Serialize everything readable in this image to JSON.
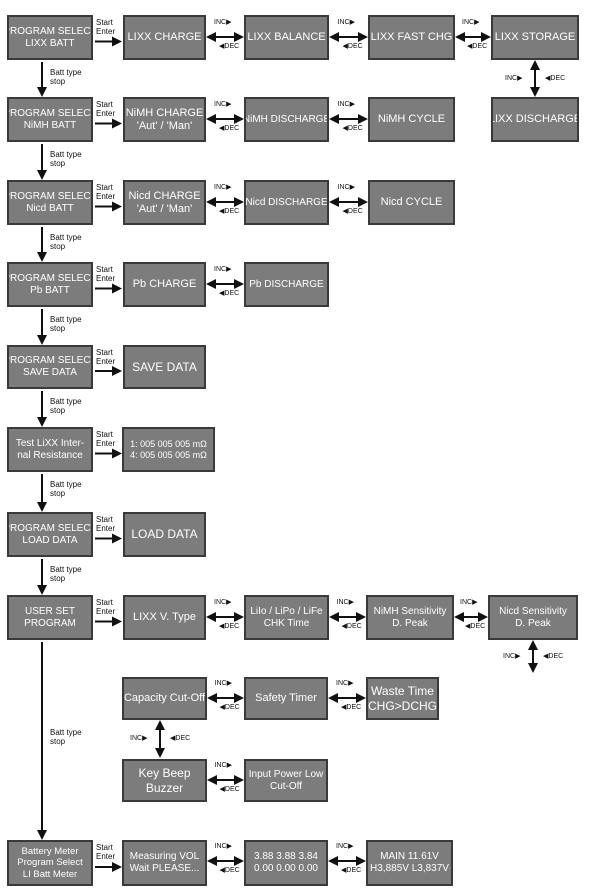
{
  "labels": {
    "start_enter": [
      "Start",
      "Enter"
    ],
    "batt_type_stop": [
      "Batt type",
      "stop"
    ],
    "inc": "INC",
    "dec": "DEC"
  },
  "rows": {
    "lixx": {
      "select": [
        "PROGRAM SELECT",
        "LIXX BATT"
      ],
      "modes": [
        [
          "LIXX CHARGE"
        ],
        [
          "LIXX BALANCE"
        ],
        [
          "LIXX FAST CHG"
        ],
        [
          "LIXX STORAGE"
        ]
      ],
      "extra": [
        "LIXX DISCHARGE"
      ]
    },
    "nimh": {
      "select": [
        "PROGRAM SELECT",
        "NiMH BATT"
      ],
      "modes": [
        [
          "NiMH CHARGE",
          "'Aut' / 'Man'"
        ],
        [
          "NiMH DISCHARGE"
        ],
        [
          "NiMH CYCLE"
        ]
      ]
    },
    "nicd": {
      "select": [
        "PROGRAM SELECT",
        "Nicd  BATT"
      ],
      "modes": [
        [
          "Nicd  CHARGE",
          "'Aut' / 'Man'"
        ],
        [
          "Nicd DISCHARGE"
        ],
        [
          "Nicd  CYCLE"
        ]
      ]
    },
    "pb": {
      "select": [
        "PROGRAM SELECT",
        "Pb  BATT"
      ],
      "modes": [
        [
          "Pb  CHARGE"
        ],
        [
          "Pb DISCHARGE"
        ]
      ]
    },
    "save": {
      "select": [
        "PROGRAM SELECT",
        "SAVE  DATA"
      ],
      "modes": [
        [
          "SAVE DATA"
        ]
      ]
    },
    "resistance": {
      "select": [
        "Test  LiXX Inter-",
        "nal Resistance"
      ],
      "modes": [
        [
          "1: 005  005  005 mΩ",
          "4: 005  005  005 mΩ"
        ]
      ]
    },
    "load": {
      "select": [
        "PROGRAM SELECT",
        "LOAD  DATA"
      ],
      "modes": [
        [
          "LOAD DATA"
        ]
      ]
    },
    "user": {
      "select": [
        "USER SET",
        "PROGRAM"
      ],
      "modes": [
        [
          "LIXX V. Type"
        ],
        [
          "LiIo / LiPo / LiFe",
          "CHK Time"
        ],
        [
          "NiMH Sensitivity",
          "D. Peak"
        ],
        [
          "Nicd Sensitivity",
          "D. Peak"
        ]
      ],
      "row2": [
        [
          "Capacity Cut-Off"
        ],
        [
          "Safety Timer"
        ],
        [
          "Waste Time",
          "CHG>DCHG"
        ]
      ],
      "row3": [
        [
          "Key Beep",
          "Buzzer"
        ],
        [
          "Input Power Low",
          "Cut-Off"
        ]
      ]
    },
    "meter": {
      "select": [
        "Battery Meter",
        "Program Select",
        "LI Batt Meter"
      ],
      "modes": [
        [
          "Measuring VOL",
          "Wait PLEASE..."
        ],
        [
          "3.88   3.88   3.84",
          "0.00   0.00   0.00"
        ],
        [
          "MAIN 11.61V",
          "H3,885V   L3,837V"
        ]
      ]
    }
  }
}
